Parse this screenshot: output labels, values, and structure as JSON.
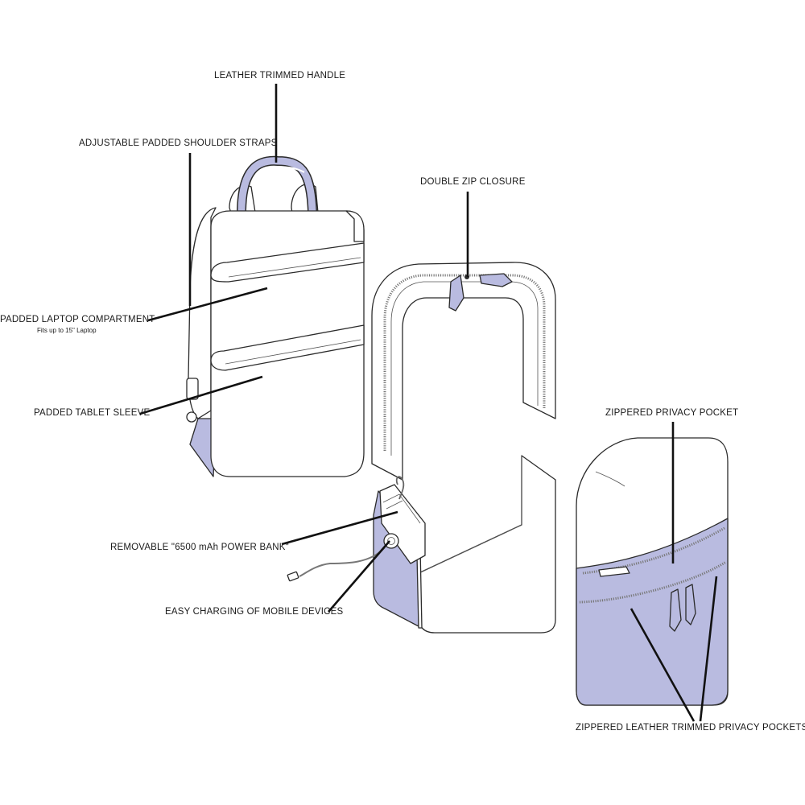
{
  "labels": {
    "handle": "LEATHER TRIMMED HANDLE",
    "straps": "ADJUSTABLE PADDED SHOULDER STRAPS",
    "double_zip": "DOUBLE ZIP CLOSURE",
    "laptop": "PADDED LAPTOP COMPARTMENT",
    "laptop_sub": "Fits up to 15\" Laptop",
    "tablet": "PADDED TABLET SLEEVE",
    "privacy": "ZIPPERED PRIVACY POCKET",
    "power_bank": "REMOVABLE \"6500 mAh POWER BANK\"",
    "charging": "EASY CHARGING OF MOBILE DEVICES",
    "leather_pockets": "ZIPPERED LEATHER TRIMMED PRIVACY POCKETS"
  },
  "colors": {
    "accent": "#b9bbe0",
    "outline": "#2b2b2b",
    "leader": "#111111"
  }
}
